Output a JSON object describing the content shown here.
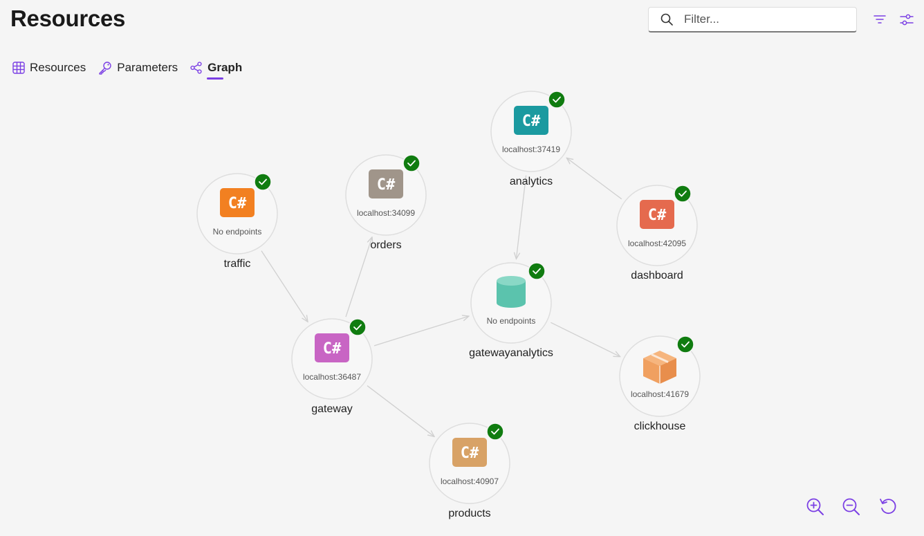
{
  "header": {
    "title": "Resources",
    "filter_placeholder": "Filter..."
  },
  "tabs": [
    {
      "label": "Resources",
      "icon": "table-icon"
    },
    {
      "label": "Parameters",
      "icon": "key-icon"
    },
    {
      "label": "Graph",
      "icon": "share-graph-icon",
      "active": true
    }
  ],
  "accent_color": "#7b3fe4",
  "status_color": "#107c10",
  "graph": {
    "nodes": [
      {
        "id": "analytics",
        "label": "analytics",
        "endpoint": "localhost:37419",
        "icon": "csharp",
        "color": "#1b9aa0",
        "status": "running"
      },
      {
        "id": "orders",
        "label": "orders",
        "endpoint": "localhost:34099",
        "icon": "csharp",
        "color": "#a0958a",
        "status": "running"
      },
      {
        "id": "traffic",
        "label": "traffic",
        "endpoint": "No endpoints",
        "icon": "csharp",
        "color": "#f28021",
        "status": "running"
      },
      {
        "id": "dashboard",
        "label": "dashboard",
        "endpoint": "localhost:42095",
        "icon": "csharp",
        "color": "#e56a4e",
        "status": "running"
      },
      {
        "id": "gatewayanalytics",
        "label": "gatewayanalytics",
        "endpoint": "No endpoints",
        "icon": "database",
        "color": "#5bc3ad",
        "status": "running"
      },
      {
        "id": "gateway",
        "label": "gateway",
        "endpoint": "localhost:36487",
        "icon": "csharp",
        "color": "#c865c4",
        "status": "running"
      },
      {
        "id": "clickhouse",
        "label": "clickhouse",
        "endpoint": "localhost:41679",
        "icon": "box",
        "color": "#f0a060",
        "status": "running"
      },
      {
        "id": "products",
        "label": "products",
        "endpoint": "localhost:40907",
        "icon": "csharp",
        "color": "#d8a266",
        "status": "running"
      }
    ],
    "edges": [
      {
        "from": "traffic",
        "to": "gateway"
      },
      {
        "from": "gateway",
        "to": "orders"
      },
      {
        "from": "gateway",
        "to": "gatewayanalytics"
      },
      {
        "from": "gateway",
        "to": "products"
      },
      {
        "from": "analytics",
        "to": "gatewayanalytics"
      },
      {
        "from": "dashboard",
        "to": "analytics"
      },
      {
        "from": "gatewayanalytics",
        "to": "clickhouse"
      }
    ]
  },
  "zoom_controls": [
    {
      "name": "zoom-in-button",
      "icon": "zoom-in-icon"
    },
    {
      "name": "zoom-out-button",
      "icon": "zoom-out-icon"
    },
    {
      "name": "reset-zoom-button",
      "icon": "reset-icon"
    }
  ]
}
